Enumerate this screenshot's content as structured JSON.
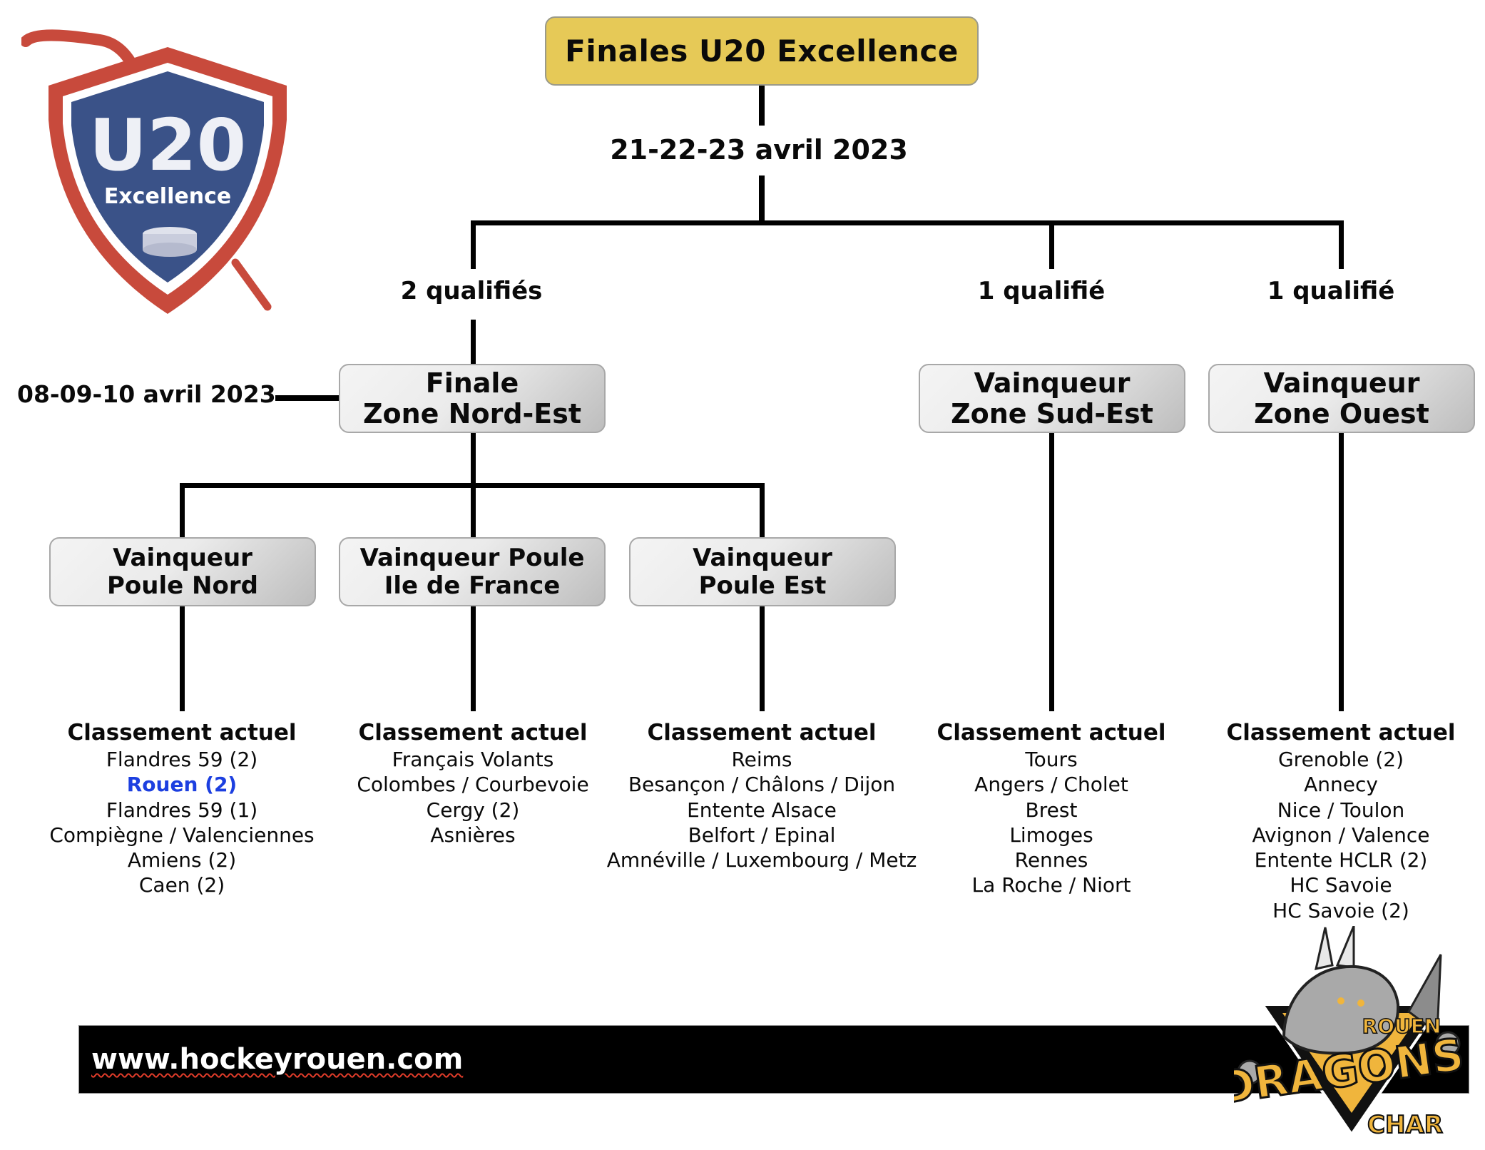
{
  "title": "Finales U20 Excellence",
  "final_dates": "21-22-23 avril 2023",
  "zone_final_dates": "08-09-10 avril 2023",
  "logos": {
    "u20": {
      "big": "U20",
      "small": "Excellence"
    },
    "dragons": {
      "top": "ROUEN",
      "main": "DRAGONS",
      "bottom": "CHAR"
    }
  },
  "colors": {
    "title_bg": "#e6c957",
    "highlight": "#1c3fe0",
    "shield_blue": "#3a5288",
    "shield_red": "#c84a3c",
    "dragons_gold": "#f0b53c"
  },
  "qualifiers": [
    {
      "label": "2 qualifiés"
    },
    {
      "label": "1 qualifié"
    },
    {
      "label": "1 qualifié"
    }
  ],
  "zones": [
    {
      "line1": "Finale",
      "line2": "Zone Nord-Est"
    },
    {
      "line1": "Vainqueur",
      "line2": "Zone Sud-Est"
    },
    {
      "line1": "Vainqueur",
      "line2": "Zone Ouest"
    }
  ],
  "poules": [
    {
      "line1": "Vainqueur",
      "line2": "Poule Nord"
    },
    {
      "line1": "Vainqueur Poule",
      "line2": "Ile de France"
    },
    {
      "line1": "Vainqueur",
      "line2": "Poule Est"
    }
  ],
  "standings": [
    {
      "header": "Classement actuel",
      "rows": [
        "Flandres 59 (2)",
        "Rouen (2)",
        "Flandres 59 (1)",
        "Compiègne / Valenciennes",
        "Amiens (2)",
        "Caen (2)"
      ],
      "highlight_index": 1
    },
    {
      "header": "Classement actuel",
      "rows": [
        "Français Volants",
        "Colombes / Courbevoie",
        "Cergy (2)",
        "Asnières"
      ]
    },
    {
      "header": "Classement actuel",
      "rows": [
        "Reims",
        "Besançon / Châlons / Dijon",
        "Entente Alsace",
        "Belfort / Epinal",
        "Amnéville / Luxembourg / Metz"
      ]
    },
    {
      "header": "Classement actuel",
      "rows": [
        "Tours",
        "Angers / Cholet",
        "Brest",
        "Limoges",
        "Rennes",
        "La Roche / Niort"
      ]
    },
    {
      "header": "Classement actuel",
      "rows": [
        "Grenoble (2)",
        "Annecy",
        "Nice / Toulon",
        "Avignon / Valence",
        "Entente HCLR (2)",
        "HC Savoie",
        "HC Savoie (2)"
      ]
    }
  ],
  "footer": {
    "url": "www.hockeyrouen.com"
  }
}
